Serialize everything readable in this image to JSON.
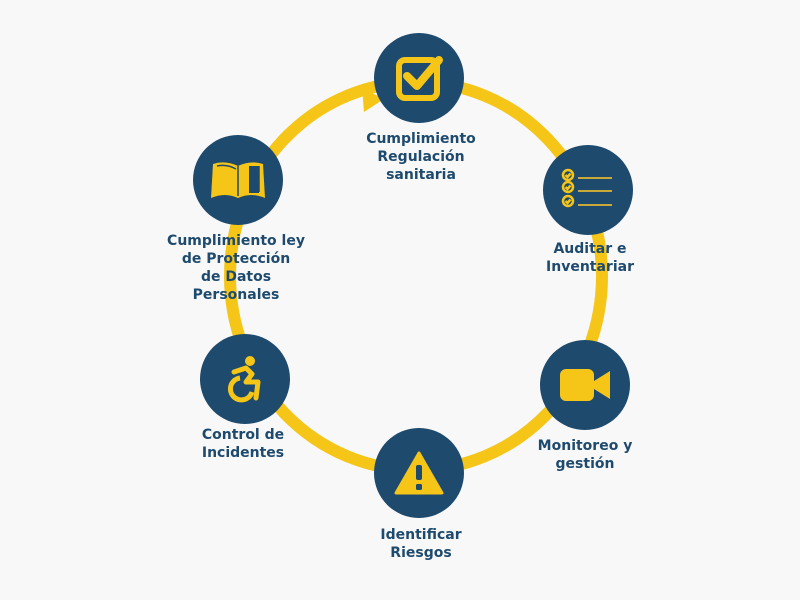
{
  "colors": {
    "navy": "#1e4a6e",
    "yellow": "#f5c518",
    "background": "#f8f8f8"
  },
  "steps": [
    {
      "icon": "checkbox-check-icon",
      "lines": [
        "Cumplimiento",
        "Regulación",
        "sanitaria"
      ]
    },
    {
      "icon": "checklist-icon",
      "lines": [
        "Auditar e",
        "Inventariar"
      ]
    },
    {
      "icon": "video-camera-icon",
      "lines": [
        "Monitoreo y",
        "gestión"
      ]
    },
    {
      "icon": "warning-icon",
      "lines": [
        "Identificar",
        "Riesgos"
      ]
    },
    {
      "icon": "accessibility-icon",
      "lines": [
        "Control de",
        "Incidentes"
      ]
    },
    {
      "icon": "open-book-icon",
      "lines": [
        "Cumplimiento ley",
        "de Protección",
        "de Datos",
        "Personales"
      ]
    }
  ]
}
